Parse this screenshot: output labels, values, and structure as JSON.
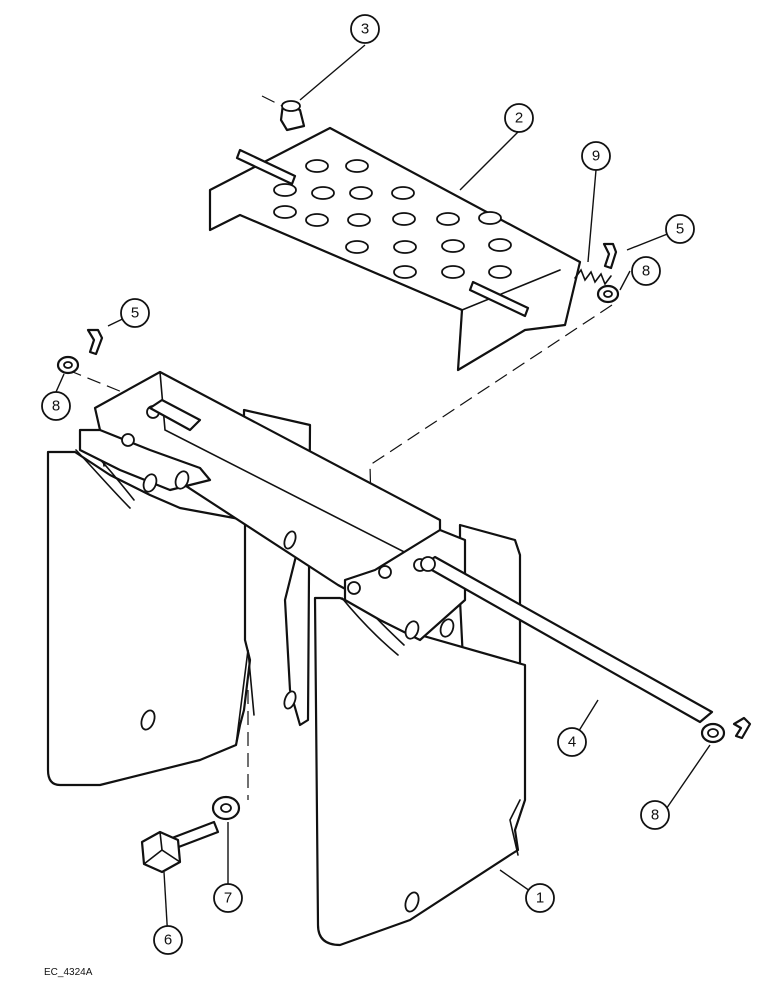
{
  "figure": {
    "reference_code": "EC_4324A"
  },
  "callouts": [
    {
      "id": "c1",
      "label": "1"
    },
    {
      "id": "c2",
      "label": "2"
    },
    {
      "id": "c3",
      "label": "3"
    },
    {
      "id": "c4",
      "label": "4"
    },
    {
      "id": "c5a",
      "label": "5"
    },
    {
      "id": "c5b",
      "label": "5"
    },
    {
      "id": "c6",
      "label": "6"
    },
    {
      "id": "c7",
      "label": "7"
    },
    {
      "id": "c8a",
      "label": "8"
    },
    {
      "id": "c8b",
      "label": "8"
    },
    {
      "id": "c8c",
      "label": "8"
    },
    {
      "id": "c9",
      "label": "9"
    }
  ],
  "colors": {
    "line": "#111111",
    "background": "#ffffff"
  }
}
